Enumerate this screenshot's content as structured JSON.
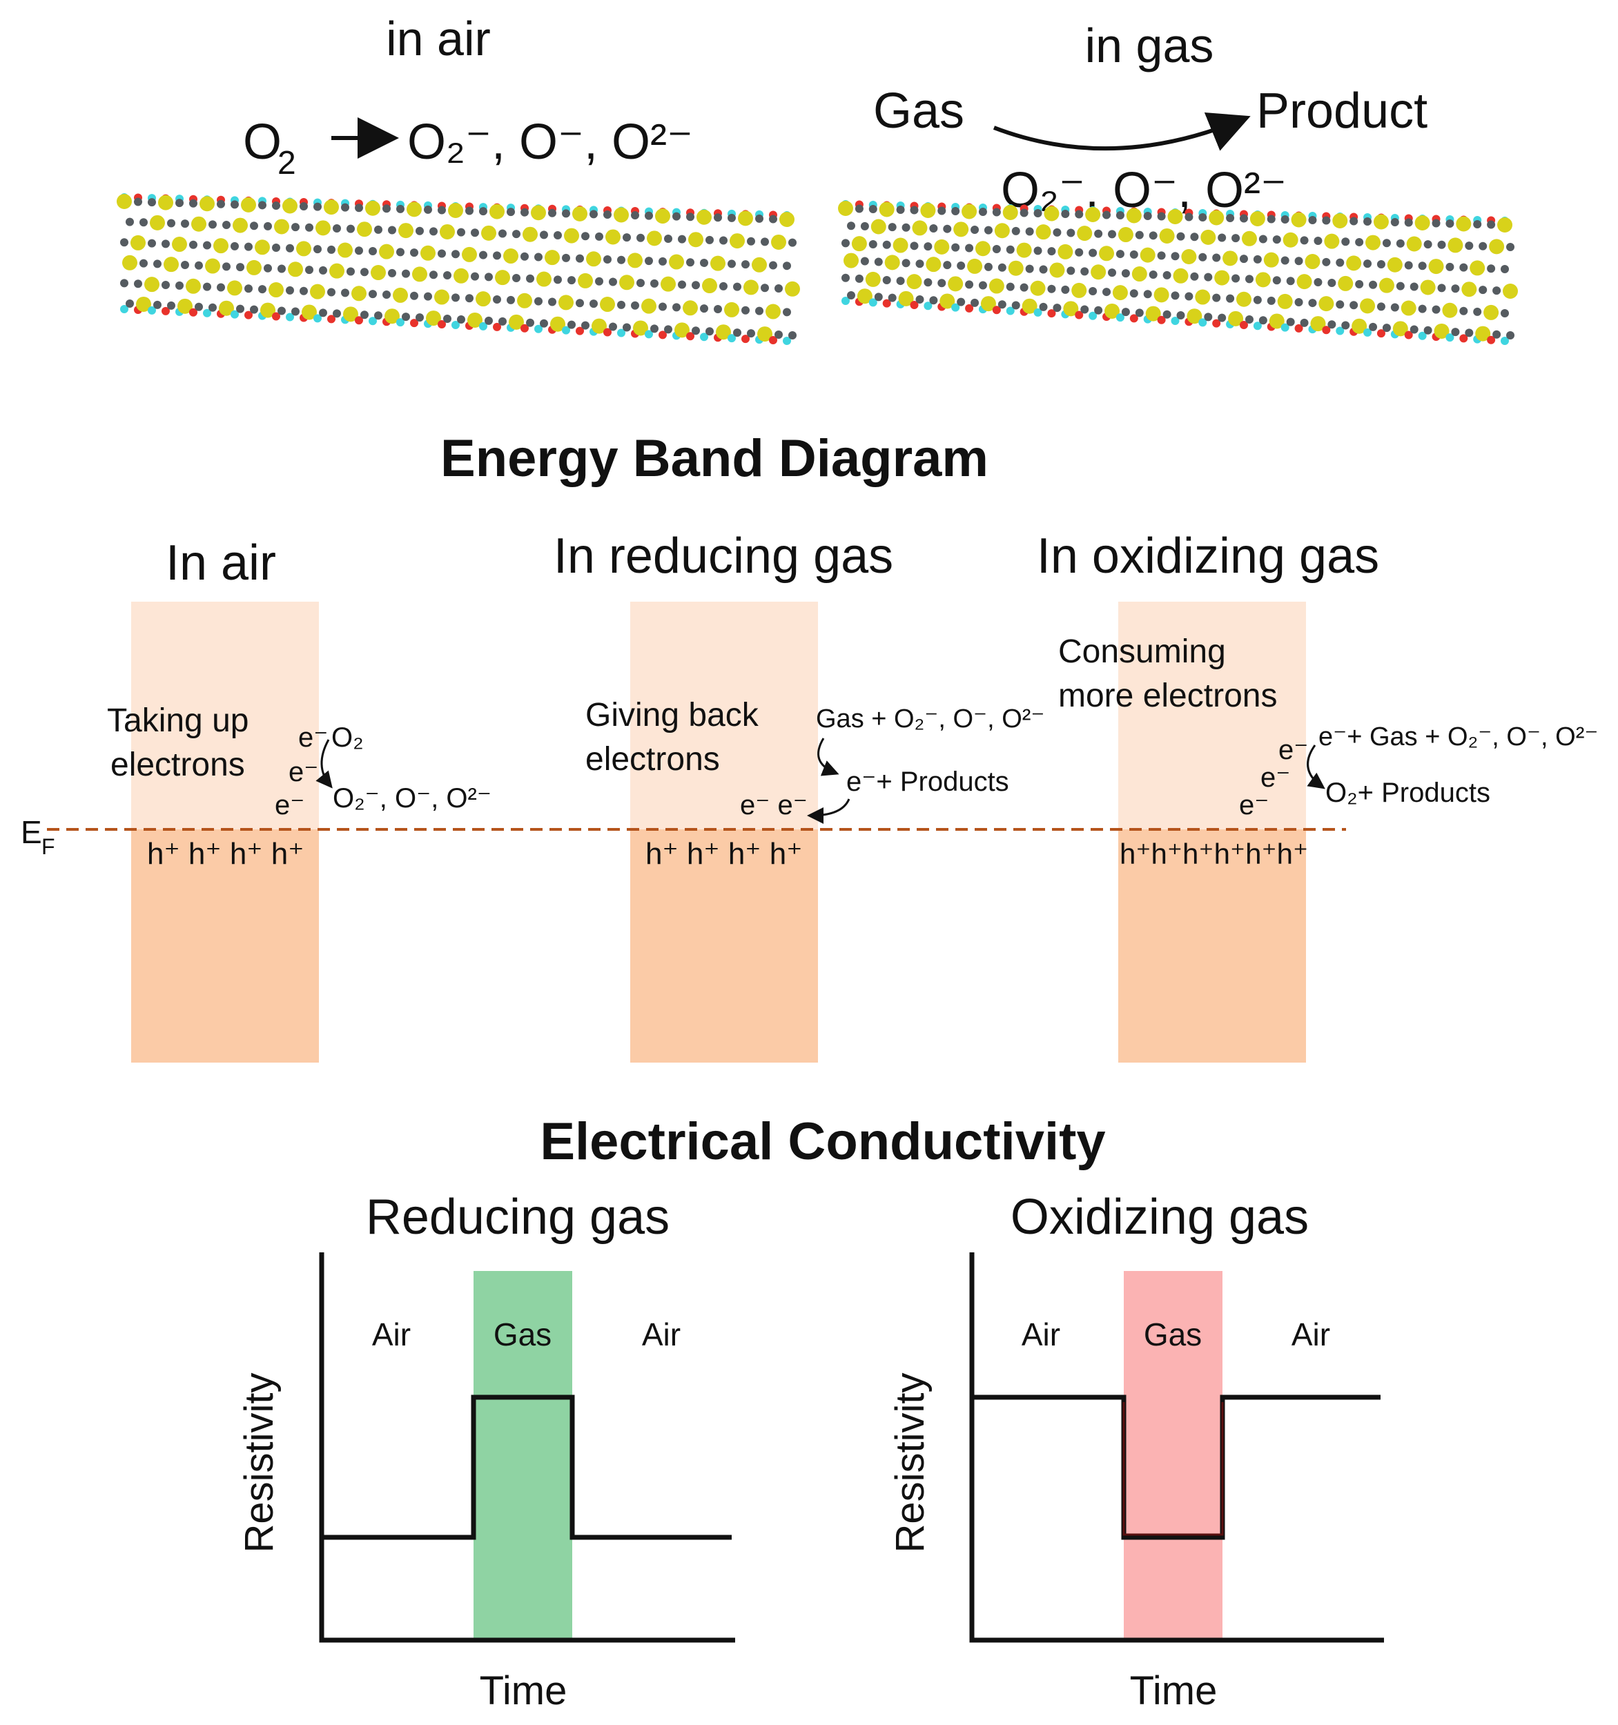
{
  "crystal": {
    "air_title": "in air",
    "gas_title": "in gas",
    "air_reaction": {
      "reactant": "O",
      "reactant_sub": "2",
      "products": "O₂⁻, O⁻, O²⁻"
    },
    "gas_reaction": {
      "left": "Gas",
      "right": "Product",
      "species": "O₂⁻, O⁻, O²⁻"
    }
  },
  "band_diagram": {
    "title": "Energy Band Diagram",
    "fermi_label": "E",
    "fermi_sub": "F",
    "panels": {
      "air": {
        "title": "In air",
        "note_line1": "Taking up",
        "note_line2": "electrons",
        "electron": "e⁻",
        "reaction_top": "O₂",
        "reaction_bottom": "O₂⁻, O⁻, O²⁻",
        "holes": "h⁺ h⁺ h⁺ h⁺"
      },
      "reducing": {
        "title": "In reducing gas",
        "note_line1": "Giving back",
        "note_line2": "electrons",
        "reaction_top": "Gas + O₂⁻, O⁻, O²⁻",
        "reaction_bottom": "e⁻+ Products",
        "electrons": "e⁻ e⁻",
        "holes": "h⁺ h⁺ h⁺ h⁺"
      },
      "oxidizing": {
        "title": "In oxidizing gas",
        "note_line1": "Consuming",
        "note_line2": "more electrons",
        "electron": "e⁻",
        "reaction_top": "e⁻+ Gas + O₂⁻, O⁻, O²⁻",
        "reaction_bottom": "O₂+ Products",
        "holes": "h⁺h⁺h⁺h⁺h⁺h⁺"
      }
    },
    "colors": {
      "band_light": "#fde6d6",
      "band_dark": "#fbcba7",
      "fermi": "#b5541c"
    }
  },
  "conductivity": {
    "title": "Electrical Conductivity",
    "charts": [
      {
        "title": "Reducing gas",
        "ylabel": "Resistivity",
        "xlabel": "Time",
        "regions": [
          "Air",
          "Gas",
          "Air"
        ],
        "gas_color": "#8fd3a3",
        "levels": {
          "air": "low",
          "gas": "high"
        }
      },
      {
        "title": "Oxidizing gas",
        "ylabel": "Resistivity",
        "xlabel": "Time",
        "regions": [
          "Air",
          "Gas",
          "Air"
        ],
        "gas_color": "#fbb3b3",
        "levels": {
          "air": "high",
          "gas": "low"
        }
      }
    ]
  }
}
